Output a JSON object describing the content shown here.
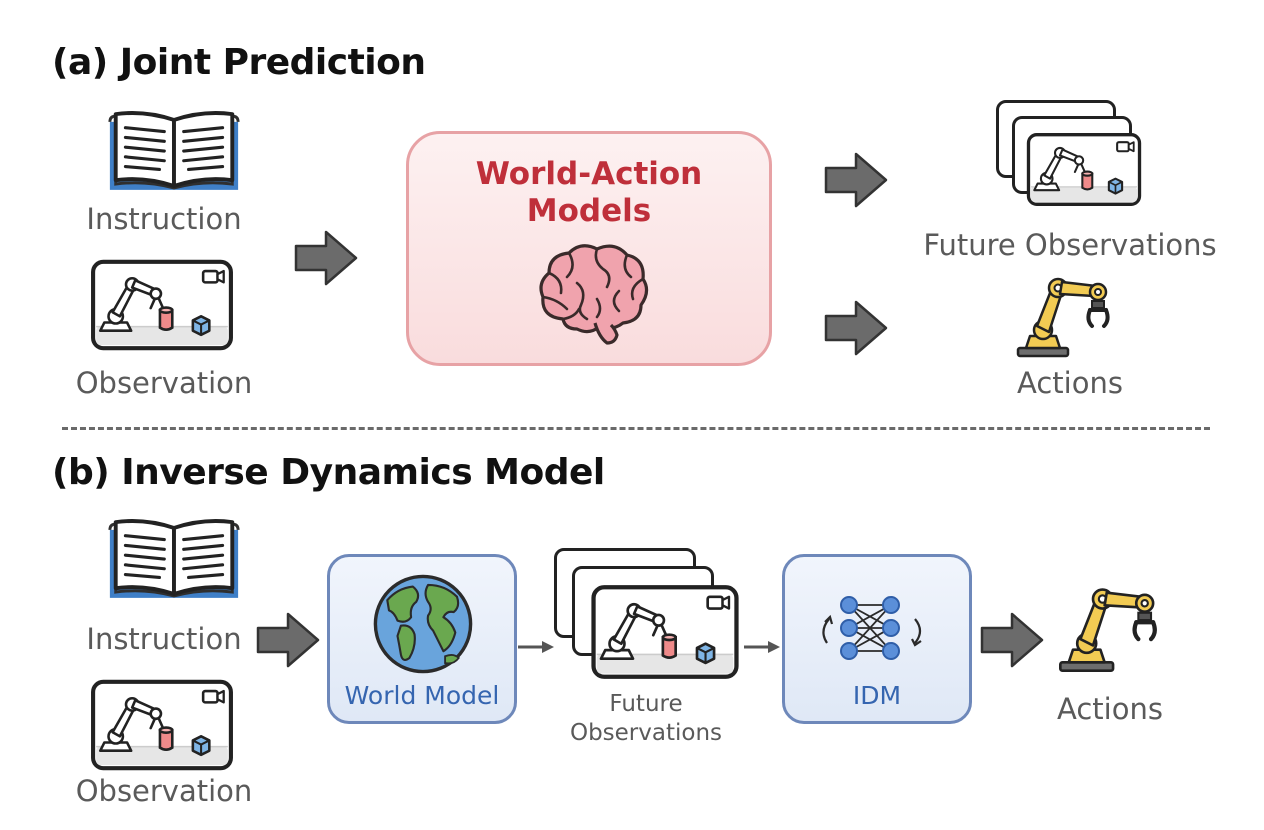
{
  "section_a": {
    "title": "(a) Joint Prediction",
    "instruction_label": "Instruction",
    "observation_label": "Observation",
    "model_title_line1": "World-Action",
    "model_title_line2": "Models",
    "future_observations_label": "Future Observations",
    "actions_label": "Actions"
  },
  "section_b": {
    "title": "(b) Inverse Dynamics Model",
    "instruction_label": "Instruction",
    "observation_label": "Observation",
    "world_model_label": "World Model",
    "future_observations_line1": "Future",
    "future_observations_line2": "Observations",
    "idm_label": "IDM",
    "actions_label": "Actions"
  },
  "icons": [
    "book-icon",
    "robot-scene-icon",
    "brain-icon",
    "frame-stack-icon",
    "robot-arm-icon",
    "globe-icon",
    "neural-network-icon",
    "arrow-icon"
  ],
  "colors": {
    "wam_accent": "#bf2f3a",
    "wam_border": "#e7a2a5",
    "blue_accent": "#3565b0",
    "blue_border": "#6e88ba",
    "arrow_fill": "#6b6b6b",
    "robot_arm": "#f2cb53"
  }
}
